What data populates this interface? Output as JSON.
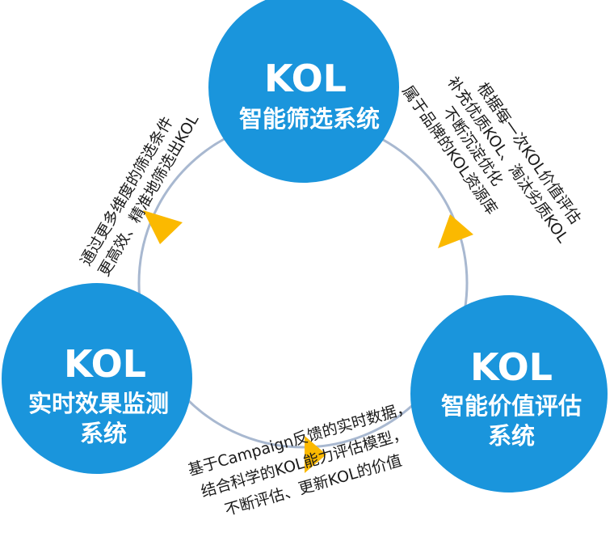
{
  "colors": {
    "node_fill": "#1a95dc",
    "ring": "#a8b8d0",
    "arrow": "#fbb900",
    "text": "#1a1a1a"
  },
  "nodes": {
    "top": {
      "title": "KOL",
      "lines": [
        "智能筛选系统"
      ]
    },
    "left": {
      "title": "KOL",
      "lines": [
        "实时效果监测",
        "系统"
      ]
    },
    "right": {
      "title": "KOL",
      "lines": [
        "智能价值评估",
        "系统"
      ]
    }
  },
  "notes": {
    "left": {
      "lines": [
        "通过更多维度的筛选条件",
        "更高效、精准地筛选出KOL"
      ]
    },
    "right": {
      "lines": [
        "根据每一次KOL价值评估",
        "补充优质KOL、淘汰劣质KOL",
        "不断沉淀优化",
        "属于品牌的KOL资源库"
      ]
    },
    "bottom": {
      "lines": [
        "基于Campaign反馈的实时数据，",
        "结合科学的KOL能力评估模型，",
        "不断评估、更新KOL的价值"
      ]
    }
  },
  "arrows": [
    {
      "id": "arrow-left-to-top",
      "direction": "up-right"
    },
    {
      "id": "arrow-top-to-right",
      "direction": "down-right"
    },
    {
      "id": "arrow-right-to-left",
      "direction": "left"
    }
  ]
}
